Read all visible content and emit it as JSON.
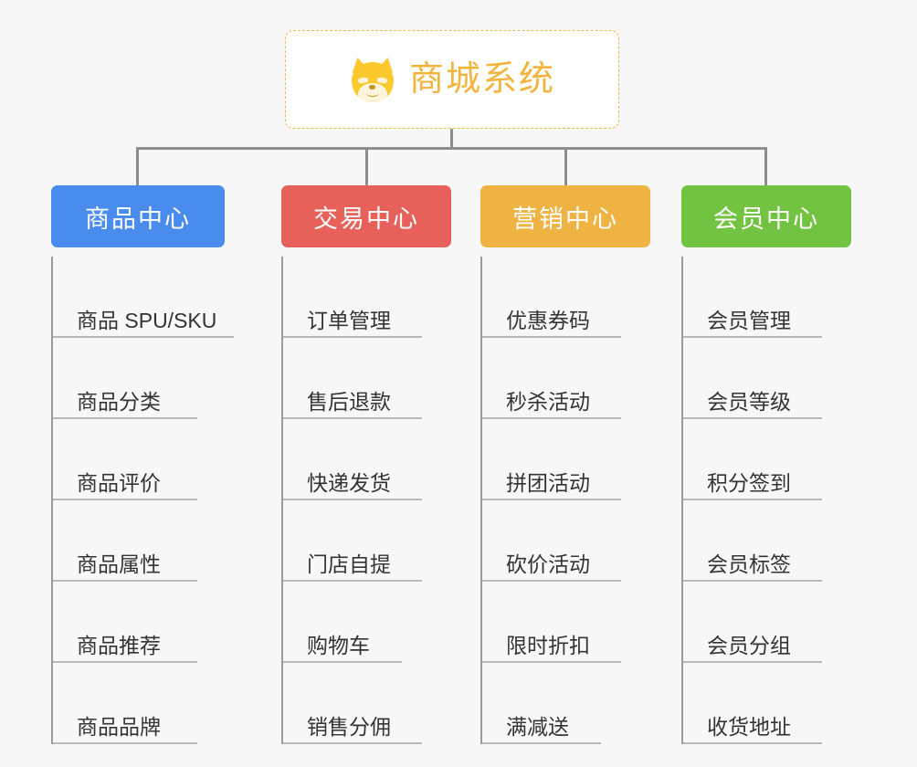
{
  "page": {
    "background_color": "#f7f7f7",
    "type": "mind-map"
  },
  "root": {
    "title": "商城系统",
    "icon": "shiba-inu-dog-face",
    "text_color": "#f2b43c",
    "border_color": "#f0b849",
    "background_color": "#ffffff"
  },
  "branches": [
    {
      "id": "product-center",
      "label": "商品中心",
      "color": "#4a8cee",
      "items": [
        {
          "label": "商品 SPU/SKU",
          "rule_width": 198
        },
        {
          "label": "商品分类",
          "rule_width": 158
        },
        {
          "label": "商品评价",
          "rule_width": 158
        },
        {
          "label": "商品属性",
          "rule_width": 158
        },
        {
          "label": "商品推荐",
          "rule_width": 158
        },
        {
          "label": "商品品牌",
          "rule_width": 158
        }
      ]
    },
    {
      "id": "trade-center",
      "label": "交易中心",
      "color": "#e8605a",
      "items": [
        {
          "label": "订单管理",
          "rule_width": 152
        },
        {
          "label": "售后退款",
          "rule_width": 152
        },
        {
          "label": "快递发货",
          "rule_width": 152
        },
        {
          "label": "门店自提",
          "rule_width": 152
        },
        {
          "label": "购物车",
          "rule_width": 130
        },
        {
          "label": "销售分佣",
          "rule_width": 152
        }
      ]
    },
    {
      "id": "marketing-center",
      "label": "营销中心",
      "color": "#eeb342",
      "items": [
        {
          "label": "优惠券码",
          "rule_width": 152
        },
        {
          "label": "秒杀活动",
          "rule_width": 152
        },
        {
          "label": "拼团活动",
          "rule_width": 152
        },
        {
          "label": "砍价活动",
          "rule_width": 152
        },
        {
          "label": "限时折扣",
          "rule_width": 152
        },
        {
          "label": "满减送",
          "rule_width": 130
        }
      ]
    },
    {
      "id": "member-center",
      "label": "会员中心",
      "color": "#72c341",
      "items": [
        {
          "label": "会员管理",
          "rule_width": 152
        },
        {
          "label": "会员等级",
          "rule_width": 152
        },
        {
          "label": "积分签到",
          "rule_width": 152
        },
        {
          "label": "会员标签",
          "rule_width": 152
        },
        {
          "label": "会员分组",
          "rule_width": 152
        },
        {
          "label": "收货地址",
          "rule_width": 152
        }
      ]
    }
  ],
  "connectors": {
    "color": "#8d8d8d"
  }
}
